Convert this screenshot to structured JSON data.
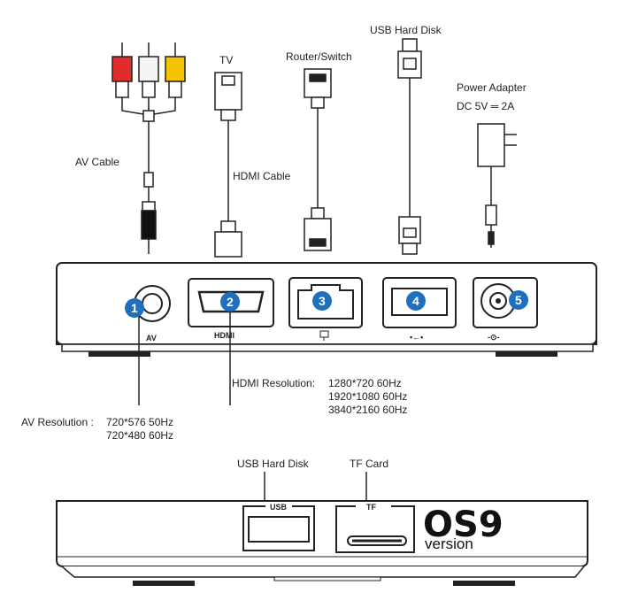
{
  "labels": {
    "av_cable": "AV Cable",
    "tv": "TV",
    "hdmi_cable": "HDMI Cable",
    "router_switch": "Router/Switch",
    "usb_hard_disk_top": "USB Hard Disk",
    "power_adapter": "Power Adapter",
    "power_spec": "DC 5V ═ 2A",
    "usb_hard_disk_bottom": "USB Hard Disk",
    "tf_card": "TF Card"
  },
  "ports": [
    {
      "number": "1",
      "label": "AV"
    },
    {
      "number": "2",
      "label": "HDMI"
    },
    {
      "number": "3",
      "label": ""
    },
    {
      "number": "4",
      "label": "•←•"
    },
    {
      "number": "5",
      "label": "-⊙-"
    }
  ],
  "hdmi_resolution": {
    "title": "HDMI Resolution:",
    "lines": [
      "1280*720   60Hz",
      "1920*1080  60Hz",
      "3840*2160  60Hz"
    ]
  },
  "av_resolution": {
    "title": "AV Resolution :",
    "lines": [
      "720*576  50Hz",
      "720*480  60Hz"
    ]
  },
  "front_panel": {
    "usb_label": "USB",
    "tf_label": "TF",
    "brand": "OS9",
    "version": "version"
  },
  "colors": {
    "badge": "#1f6fbf",
    "rca_red": "#e22b2b",
    "rca_white": "#f4f4f4",
    "rca_yellow": "#f5c400",
    "line": "#222222"
  }
}
